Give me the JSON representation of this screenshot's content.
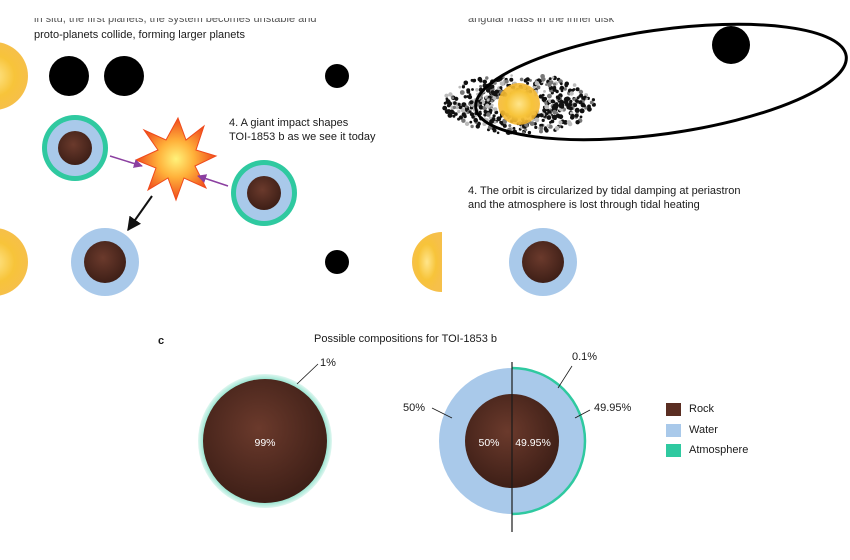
{
  "top_left": {
    "clipped_line": "in situ, the first planets, the system becomes unstable and",
    "line2": "proto-planets collide, forming larger planets"
  },
  "top_right": {
    "clipped_line": "angular mass in the inner disk"
  },
  "giant_impact": {
    "line1": "4. A giant impact shapes",
    "line2": "TOI-1853 b as we see it today"
  },
  "orbit_step": {
    "line1": "4. The orbit is circularized by tidal damping at periastron",
    "line2": "and the atmosphere is lost through tidal heating"
  },
  "panel_c": {
    "letter": "c",
    "title": "Possible compositions for TOI-1853 b",
    "left_planet": {
      "atmosphere_pct": "1%",
      "rock_pct": "99%"
    },
    "right_planet": {
      "left_water_pct": "50%",
      "left_rock_pct": "50%",
      "right_atm_pct": "0.1%",
      "right_water_pct": "49.95%",
      "right_rock_pct": "49.95%"
    },
    "legend": [
      {
        "label": "Rock",
        "color": "#5a2e22"
      },
      {
        "label": "Water",
        "color": "#a9c9ea"
      },
      {
        "label": "Atmosphere",
        "color": "#2fc9a0"
      }
    ]
  },
  "colors": {
    "rock": "#5a2e22",
    "water": "#a9c9ea",
    "atmosphere": "#2fc9a0",
    "star": "#f7c43a",
    "arrow_purple": "#8b3fa0"
  }
}
